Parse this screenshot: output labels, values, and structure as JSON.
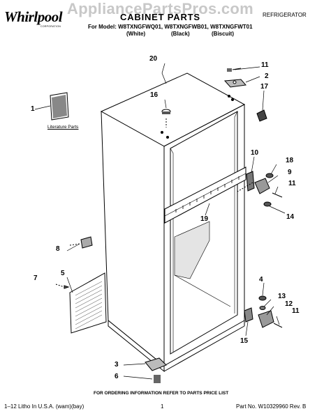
{
  "header": {
    "brand": "Whirlpool",
    "brand_sub": "CORPORATION",
    "watermark": "AppliancePartsPros.com",
    "title": "CABINET PARTS",
    "category": "REFRIGERATOR",
    "models": "For Model: W8TXNGFWQ01, W8TXNGFWB01, W8TXNGFWT01",
    "colors": [
      "(White)",
      "(Black)",
      "(Biscuit)"
    ]
  },
  "diagram": {
    "literature_label": "Literature Parts",
    "callouts": [
      "1",
      "2",
      "3",
      "4",
      "5",
      "6",
      "7",
      "8",
      "9",
      "10",
      "11",
      "11",
      "11",
      "11",
      "12",
      "13",
      "14",
      "15",
      "16",
      "17",
      "18",
      "19",
      "20"
    ]
  },
  "footer": {
    "ordering_note": "FOR ORDERING INFORMATION REFER TO PARTS PRICE LIST",
    "litho": "1–12 Litho In U.S.A. (wam)(bay)",
    "page": "1",
    "part_no": "Part No. W10329960 Rev. B"
  }
}
